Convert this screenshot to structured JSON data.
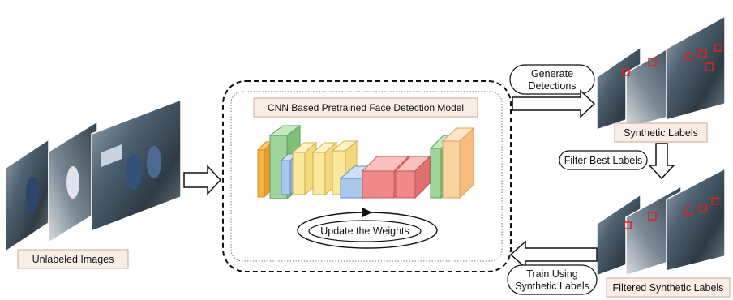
{
  "labels": {
    "unlabeled": "Unlabeled Images",
    "model_title": "CNN Based Pretrained Face Detection Model",
    "update": "Update the Weights",
    "generate_line1": "Generate",
    "generate_line2": "Detections",
    "synthetic": "Synthetic Labels",
    "filter": "Filter Best Labels",
    "filtered": "Filtered Synthetic Labels",
    "train_line1": "Train Using",
    "train_line2": "Synthetic Labels"
  },
  "colors": {
    "label_box_fill": "#fbeee6",
    "label_box_stroke": "#c9a898",
    "orange": "#f5b14a",
    "green": "#9fd49a",
    "blue": "#a9c8ee",
    "yellow": "#fae89b",
    "red": "#f08a8a",
    "peach": "#fbd3a0",
    "detection_box": "#e02020"
  },
  "icons": {
    "flow_arrow": "hollow-right-arrow",
    "cycle_arrow": "black-triangle"
  }
}
